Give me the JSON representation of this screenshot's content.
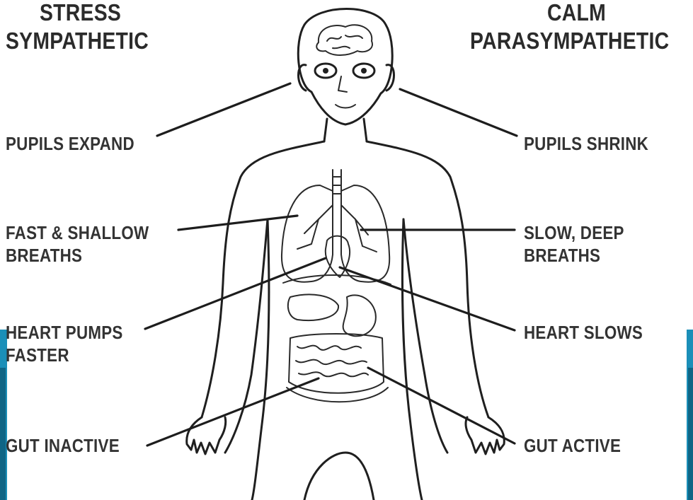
{
  "colors": {
    "ink": "#1f1f1f",
    "label": "#333333",
    "accent": "#1b8fb8",
    "accent_dark": "#0f6585"
  },
  "headings": {
    "left": [
      "STRESS",
      "SYMPATHETIC"
    ],
    "right": [
      "CALM",
      "PARASYMPATHETIC"
    ]
  },
  "labels": {
    "left": [
      [
        "PUPILS EXPAND"
      ],
      [
        "FAST & SHALLOW",
        "BREATHS"
      ],
      [
        "HEART PUMPS",
        "FASTER"
      ],
      [
        "GUT INACTIVE"
      ]
    ],
    "right": [
      [
        "PUPILS SHRINK"
      ],
      [
        "SLOW, DEEP",
        "BREATHS"
      ],
      [
        "HEART SLOWS"
      ],
      [
        "GUT ACTIVE"
      ]
    ]
  },
  "figure": {
    "icon": "human-body-outline"
  }
}
